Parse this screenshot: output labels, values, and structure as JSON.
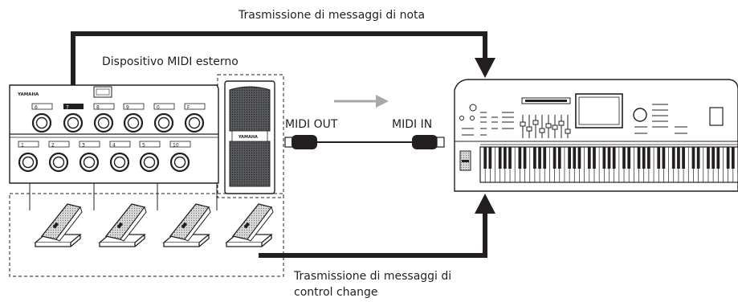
{
  "labels": {
    "note_messages": "Trasmissione di messaggi di nota",
    "external_device": "Dispositivo MIDI esterno",
    "midi_out": "MIDI OUT",
    "midi_in": "MIDI IN",
    "control_change_line1": "Trasmissione di messaggi di",
    "control_change_line2": "control change"
  },
  "device": {
    "brand": "YAMAHA",
    "pedal_brand": "YAMAHA",
    "top_row_buttons": [
      "6",
      "7",
      "8",
      "9",
      "0",
      "F"
    ],
    "bottom_row_buttons": [
      "1",
      "2",
      "3",
      "4",
      "5",
      "10"
    ]
  },
  "colors": {
    "line": "#231f20",
    "arrow_gray": "#a7a9ac",
    "device_fill": "#ffffff",
    "pedal_dark": "#4d4d4f"
  }
}
